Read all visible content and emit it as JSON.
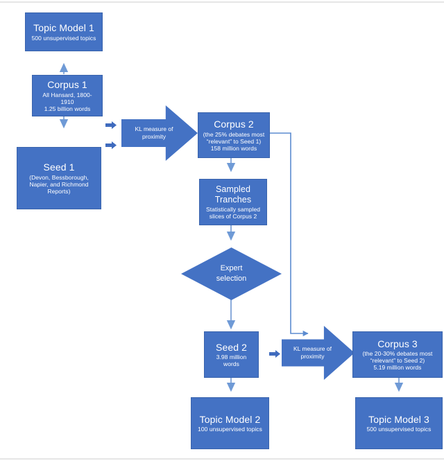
{
  "diagram": {
    "title": "Topic modelling pipeline flowchart",
    "accent_color": "#4472C4",
    "connector_color": "#4472C4",
    "thin_connector_color": "#5B8BD0",
    "text_color": "#FFFFFF",
    "background": "#FFFFFF"
  },
  "nodes": {
    "topic_model_1": {
      "title": "Topic Model 1",
      "sub": "500 unsupervised topics"
    },
    "corpus_1": {
      "title": "Corpus 1",
      "sub1": "All Hansard, 1800-",
      "sub2": "1910",
      "sub3": "1.25 billion words"
    },
    "seed_1": {
      "title": "Seed 1",
      "sub1": "(Devon, Bessborough,",
      "sub2": "Napier, and Richmond",
      "sub3": "Reports)"
    },
    "corpus_2": {
      "title": "Corpus 2",
      "sub1": "(the 25% debates most",
      "sub2": "“relevant” to Seed 1)",
      "sub3": "158 million words"
    },
    "sampled_tranches": {
      "title1": "Sampled",
      "title2": "Tranches",
      "sub1": "Statistically sampled",
      "sub2": "slices of Corpus 2"
    },
    "expert_selection": {
      "line1": "Expert",
      "line2": "selection"
    },
    "seed_2": {
      "title": "Seed 2",
      "sub1": "3.98 million",
      "sub2": "words"
    },
    "corpus_3": {
      "title": "Corpus 3",
      "sub1": "(the 20-30% debates most",
      "sub2": "“relevant” to Seed 2)",
      "sub3": "5.19 million words"
    },
    "topic_model_2": {
      "title": "Topic Model 2",
      "sub": "100 unsupervised topics"
    },
    "topic_model_3": {
      "title": "Topic Model 3",
      "sub": "500 unsupervised topics"
    }
  },
  "process_arrows": {
    "kl_1": {
      "line1": "KL measure of",
      "line2": "proximity"
    },
    "kl_2": {
      "line1": "KL measure of",
      "line2": "proximity"
    }
  }
}
